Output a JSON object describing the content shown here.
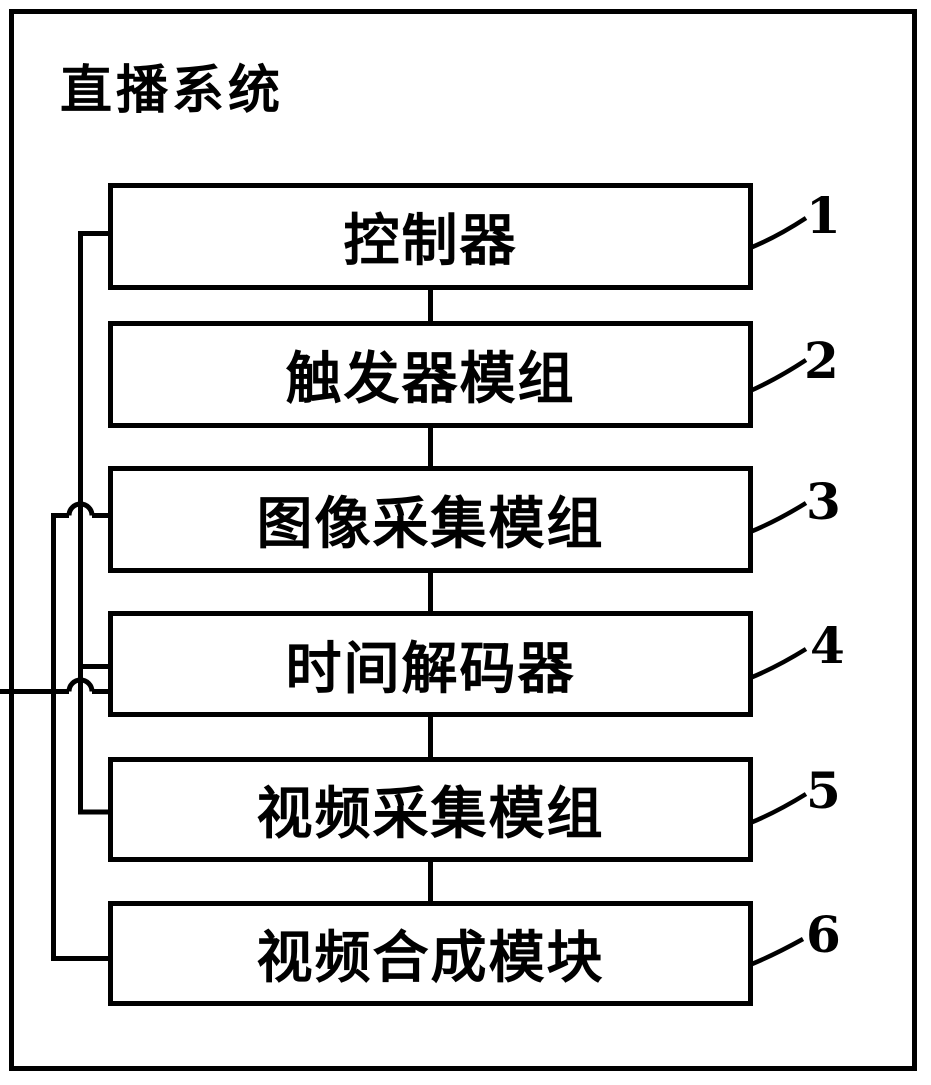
{
  "diagram": {
    "title": "直播系统",
    "boxes": [
      {
        "label": "控制器",
        "ref": "1"
      },
      {
        "label": "触发器模组",
        "ref": "2"
      },
      {
        "label": "图像采集模组",
        "ref": "3"
      },
      {
        "label": "时间解码器",
        "ref": "4"
      },
      {
        "label": "视频采集模组",
        "ref": "5"
      },
      {
        "label": "视频合成模块",
        "ref": "6"
      }
    ],
    "colors": {
      "ink": "#000000",
      "background": "#ffffff"
    }
  }
}
